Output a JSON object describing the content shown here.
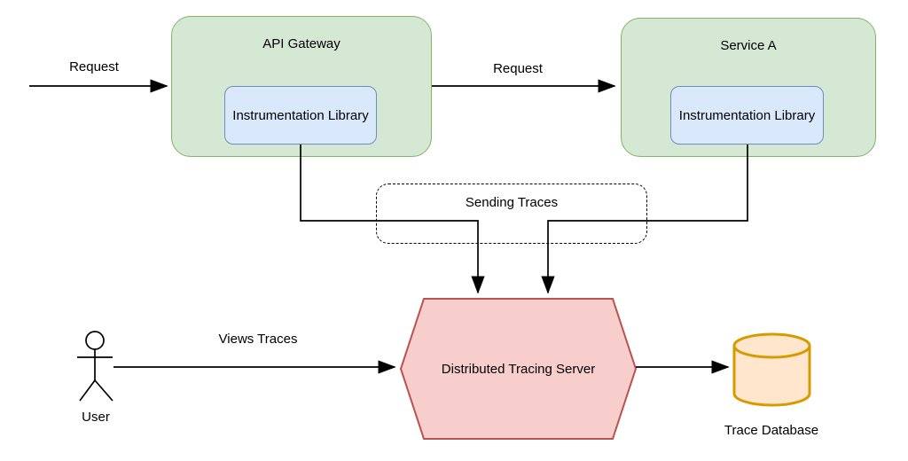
{
  "diagram": {
    "title_hint": "distributed tracing architecture diagram",
    "nodes": {
      "api_gateway": {
        "label": "API Gateway"
      },
      "service_a": {
        "label": "Service A"
      },
      "instrumentation_library_left": {
        "label": "Instrumentation Library"
      },
      "instrumentation_library_right": {
        "label": "Instrumentation Library"
      },
      "sending_traces_group": {
        "label": "Sending Traces"
      },
      "tracing_server": {
        "label": "Distributed Tracing Server"
      },
      "user_actor": {
        "label": "User"
      },
      "trace_database": {
        "label": "Trace Database"
      }
    },
    "edges": {
      "request_in": {
        "label": "Request"
      },
      "request_between": {
        "label": "Request"
      },
      "views_traces": {
        "label": "Views Traces"
      }
    },
    "colors": {
      "service_fill": "#d5e8d4",
      "service_stroke": "#82b366",
      "library_fill": "#dae8fc",
      "library_stroke": "#6c8ebf",
      "server_fill": "#f8cecc",
      "server_stroke": "#b85450",
      "database_fill": "#ffe6cc",
      "database_stroke": "#d79b00",
      "line": "#000000",
      "background": "#ffffff"
    }
  }
}
